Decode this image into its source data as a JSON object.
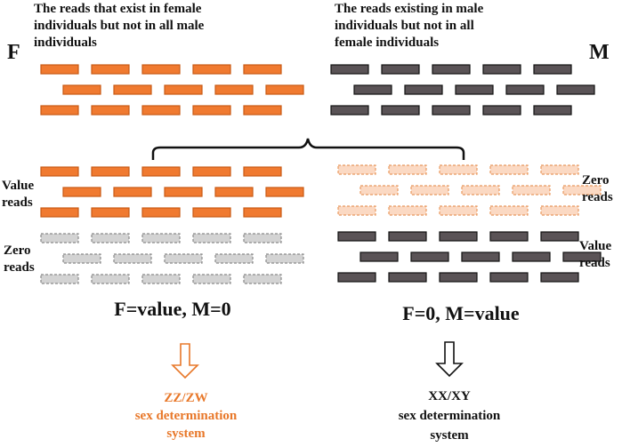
{
  "left_panel": {
    "label": "F",
    "caption": [
      "The reads that exist in female",
      "individuals but not in all male",
      "individuals"
    ]
  },
  "right_panel": {
    "label": "M",
    "caption": [
      "The reads existing in male",
      "individuals but not in all",
      "female individuals"
    ]
  },
  "lower_left": {
    "value_label": [
      "Value",
      "reads"
    ],
    "zero_label": [
      "Zero",
      "reads"
    ],
    "formula": "F=value, M=0",
    "result": [
      "ZZ/ZW",
      "sex determination",
      "system"
    ]
  },
  "lower_right": {
    "zero_label": [
      "Zero",
      "reads"
    ],
    "value_label": [
      "Value",
      "reads"
    ],
    "formula": "F=0, M=value",
    "result": [
      "XX/XY",
      "sex determination",
      "system"
    ]
  },
  "colors": {
    "female_read": "#f07a30",
    "female_read_stroke": "#c85a14",
    "male_read": "#5a5356",
    "faded_female_read": "#fbd9c3",
    "faded_female_stroke": "#e8995f",
    "zero_read": "#d3d3d3",
    "zero_read_stroke": "#8a8a8a",
    "zzzw_text": "#e8782a",
    "xxxy_text": "#111111"
  }
}
